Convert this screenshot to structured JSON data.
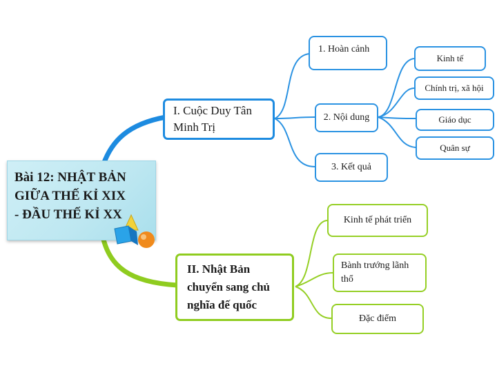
{
  "center": {
    "lines": [
      "Bài 12: NHẬT BẢN",
      "GIỮA THẾ KỈ XIX",
      "- ĐẦU THẾ KỈ XX"
    ]
  },
  "branch1": {
    "lines": [
      "I. Cuộc Duy Tân",
      "Minh Trị"
    ],
    "color": "#1d8be0",
    "children": [
      {
        "label": "1. Hoàn cảnh"
      },
      {
        "label": "2. Nội dung",
        "children": [
          {
            "label": "Kinh tế"
          },
          {
            "label": "Chính trị, xã hội"
          },
          {
            "label": "Giáo dục"
          },
          {
            "label": "Quân sự"
          }
        ]
      },
      {
        "label": "3. Kết quả"
      }
    ]
  },
  "branch2": {
    "lines": [
      "II. Nhật Bản",
      "chuyển sang chủ",
      "nghĩa đế quốc"
    ],
    "color": "#8fcc1f",
    "children": [
      {
        "label": "Kinh tế phát triển"
      },
      {
        "lines": [
          "Bành trướng lãnh",
          "thổ"
        ]
      },
      {
        "label": "Đặc điểm"
      }
    ]
  }
}
